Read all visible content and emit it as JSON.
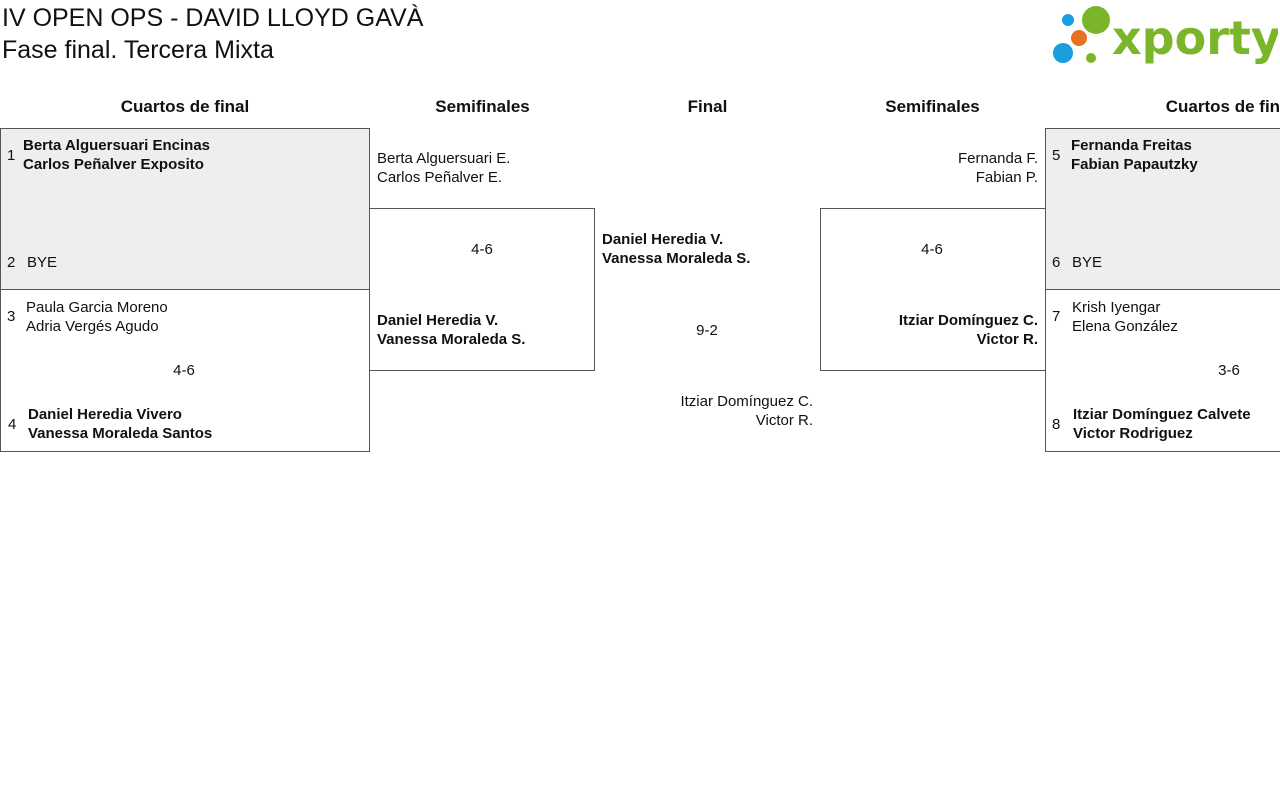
{
  "header": {
    "title": "IV OPEN OPS - DAVID LLOYD GAVÀ",
    "subtitle": "Fase final. Tercera Mixta",
    "logo_text": "xporty"
  },
  "rounds": {
    "qf_left": "Cuartos de final",
    "sf_left": "Semifinales",
    "final": "Final",
    "sf_right": "Semifinales",
    "qf_right": "Cuartos de final"
  },
  "quarters": {
    "m1": {
      "top": {
        "seed": "1",
        "p1": "Berta Alguersuari Encinas",
        "p2": "Carlos Peñalver Exposito"
      },
      "bottom": {
        "seed": "2",
        "p1": "BYE"
      }
    },
    "m2": {
      "top": {
        "seed": "3",
        "p1": "Paula Garcia Moreno",
        "p2": "Adria Vergés Agudo"
      },
      "score": "4-6",
      "bottom": {
        "seed": "4",
        "p1": "Daniel Heredia Vivero",
        "p2": "Vanessa Moraleda Santos"
      }
    },
    "m3": {
      "top": {
        "seed": "5",
        "p1": "Fernanda Freitas",
        "p2": "Fabian Papautzky"
      },
      "bottom": {
        "seed": "6",
        "p1": "BYE"
      }
    },
    "m4": {
      "top": {
        "seed": "7",
        "p1": "Krish Iyengar",
        "p2": "Elena González"
      },
      "score": "3-6",
      "bottom": {
        "seed": "8",
        "p1": "Itziar Domínguez Calvete",
        "p2": "Victor Rodriguez"
      }
    }
  },
  "semis": {
    "left": {
      "top": {
        "p1": "Berta Alguersuari E.",
        "p2": "Carlos Peñalver E."
      },
      "score": "4-6",
      "bottom": {
        "p1": "Daniel Heredia V.",
        "p2": "Vanessa Moraleda S."
      }
    },
    "right": {
      "top": {
        "p1": "Fernanda F.",
        "p2": "Fabian P."
      },
      "score": "4-6",
      "bottom": {
        "p1": "Itziar Domínguez C.",
        "p2": "Victor R."
      }
    }
  },
  "final": {
    "top": {
      "p1": "Daniel Heredia V.",
      "p2": "Vanessa Moraleda S."
    },
    "score": "9-2",
    "bottom": {
      "p1": "Itziar Domínguez C.",
      "p2": "Victor R."
    }
  },
  "colors": {
    "logo_green": "#7ab52a",
    "logo_blue": "#1a9ee0",
    "logo_orange": "#e8701f",
    "shade": "#eeeeee",
    "border": "#555555"
  }
}
